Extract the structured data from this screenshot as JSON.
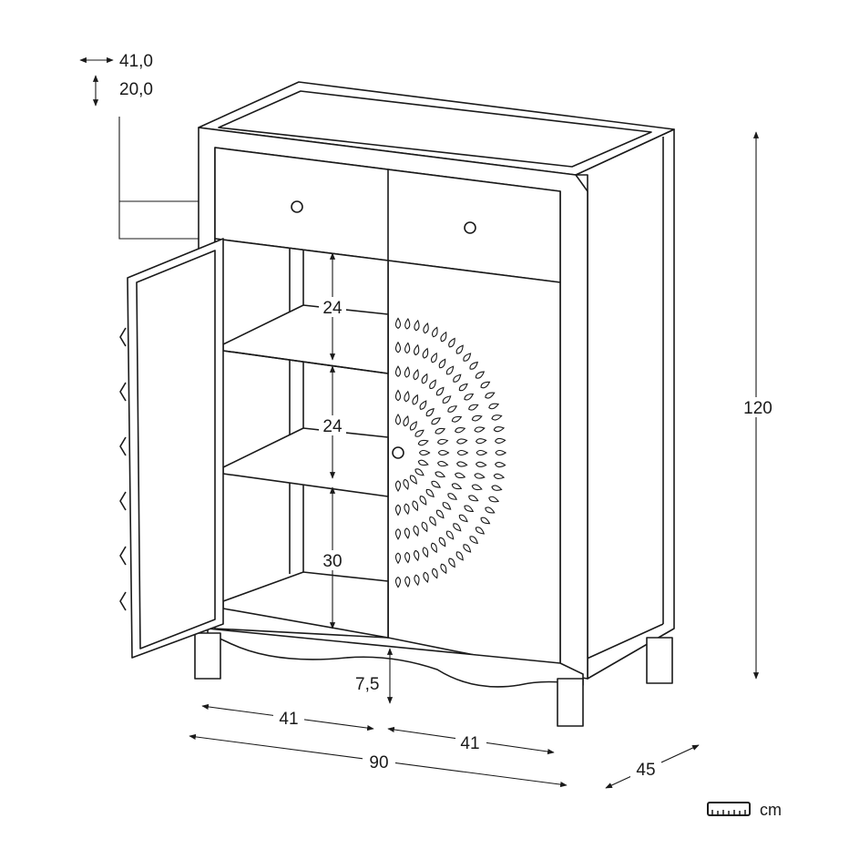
{
  "handle_size": {
    "width": "41,0",
    "height": "20,0"
  },
  "dimensions": {
    "height_total": "120",
    "depth": "45",
    "width_total": "90",
    "door_left": "41",
    "door_right": "41",
    "leg_height": "7,5",
    "shelf_1": "24",
    "shelf_2": "24",
    "shelf_3": "30"
  },
  "unit": "cm"
}
